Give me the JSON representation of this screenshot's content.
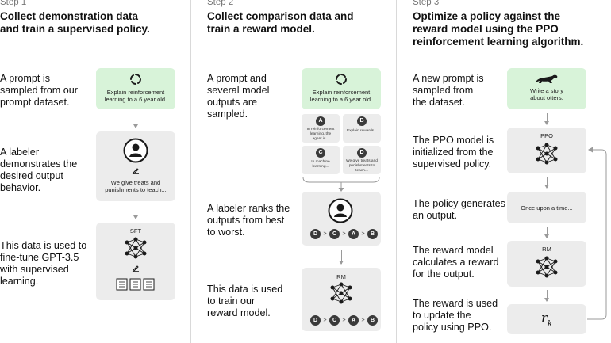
{
  "step1": {
    "step": "Step 1",
    "title_line1": "Collect demonstration data",
    "title_line2": "and train a supervised policy.",
    "desc1": [
      "A prompt is",
      "sampled from our",
      "prompt dataset."
    ],
    "desc2": [
      "A labeler",
      "demonstrates the",
      "desired output",
      "behavior."
    ],
    "desc3": [
      "This data is used to",
      "fine-tune GPT-3.5",
      "with supervised",
      "learning."
    ],
    "prompt_box": [
      "Explain reinforcement",
      "learning to a 6 year old."
    ],
    "labeler_text": [
      "We give treats and",
      "punishments to teach..."
    ],
    "model_label": "SFT"
  },
  "step2": {
    "step": "Step 2",
    "title_line1": "Collect comparison data and",
    "title_line2": "train a reward model.",
    "desc1": [
      "A prompt and",
      "several model",
      "outputs are",
      "sampled."
    ],
    "desc2": [
      "A labeler ranks the",
      "outputs from best",
      "to worst."
    ],
    "desc3": [
      "This data is used",
      "to train our",
      "reward model."
    ],
    "prompt_box": [
      "Explain reinforcement",
      "learning to a 6 year old."
    ],
    "outputs": [
      {
        "letter": "A",
        "text": [
          "In reinforcement",
          "learning, the",
          "agent is..."
        ]
      },
      {
        "letter": "B",
        "text": [
          "Explain rewards..."
        ]
      },
      {
        "letter": "C",
        "text": [
          "In machine",
          "learning..."
        ]
      },
      {
        "letter": "D",
        "text": [
          "We give treats and",
          "punishments to",
          "teach..."
        ]
      }
    ],
    "ranking": [
      "D",
      "C",
      "A",
      "B"
    ],
    "ranking_sep": ">",
    "model_label": "RM"
  },
  "step3": {
    "step": "Step 3",
    "title_line1": "Optimize a policy against the",
    "title_line2": "reward model using the PPO",
    "title_line3": "reinforcement learning algorithm.",
    "desc1": [
      "A new prompt is",
      "sampled from",
      "the dataset."
    ],
    "desc2": [
      "The PPO model is",
      "initialized from the",
      "supervised policy."
    ],
    "desc3": [
      "The policy generates",
      "an output."
    ],
    "desc4": [
      "The reward model",
      "calculates a reward",
      "for the output."
    ],
    "desc5": [
      "The reward is used",
      "to update the",
      "policy using PPO."
    ],
    "prompt_box": [
      "Write a story",
      "about otters."
    ],
    "ppo_label": "PPO",
    "output_text": "Once upon a time...",
    "rm_label": "RM",
    "reward_symbol": "r",
    "reward_sub": "k"
  },
  "colors": {
    "prompt_green": "#d8f3d9",
    "box_gray": "#ececec",
    "arrow_gray": "#9a9a9a",
    "icon_dark": "#1a1a1a"
  }
}
